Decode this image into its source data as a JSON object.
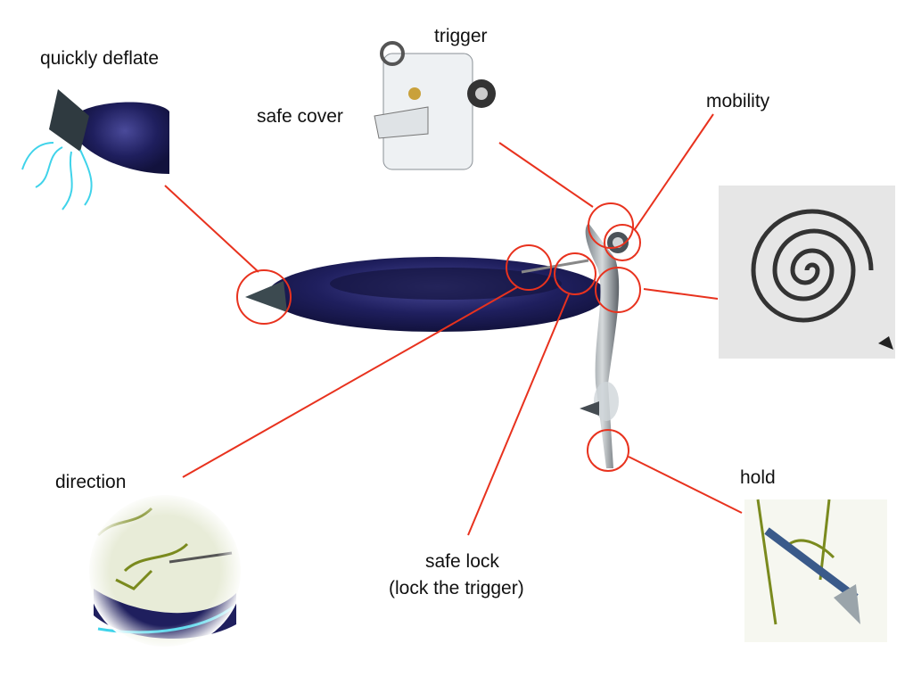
{
  "labels": {
    "quickly_deflate": "quickly deflate",
    "trigger": "trigger",
    "safe_cover": "safe cover",
    "mobility": "mobility",
    "direction": "direction",
    "safe_lock_line1": "safe lock",
    "safe_lock_line2": "(lock the trigger)",
    "hold": "hold"
  },
  "colors": {
    "callout": "#e8321e",
    "body": "#1f1f5e",
    "water": "#3fd3ea",
    "sketch_green": "#7a8a1e"
  }
}
